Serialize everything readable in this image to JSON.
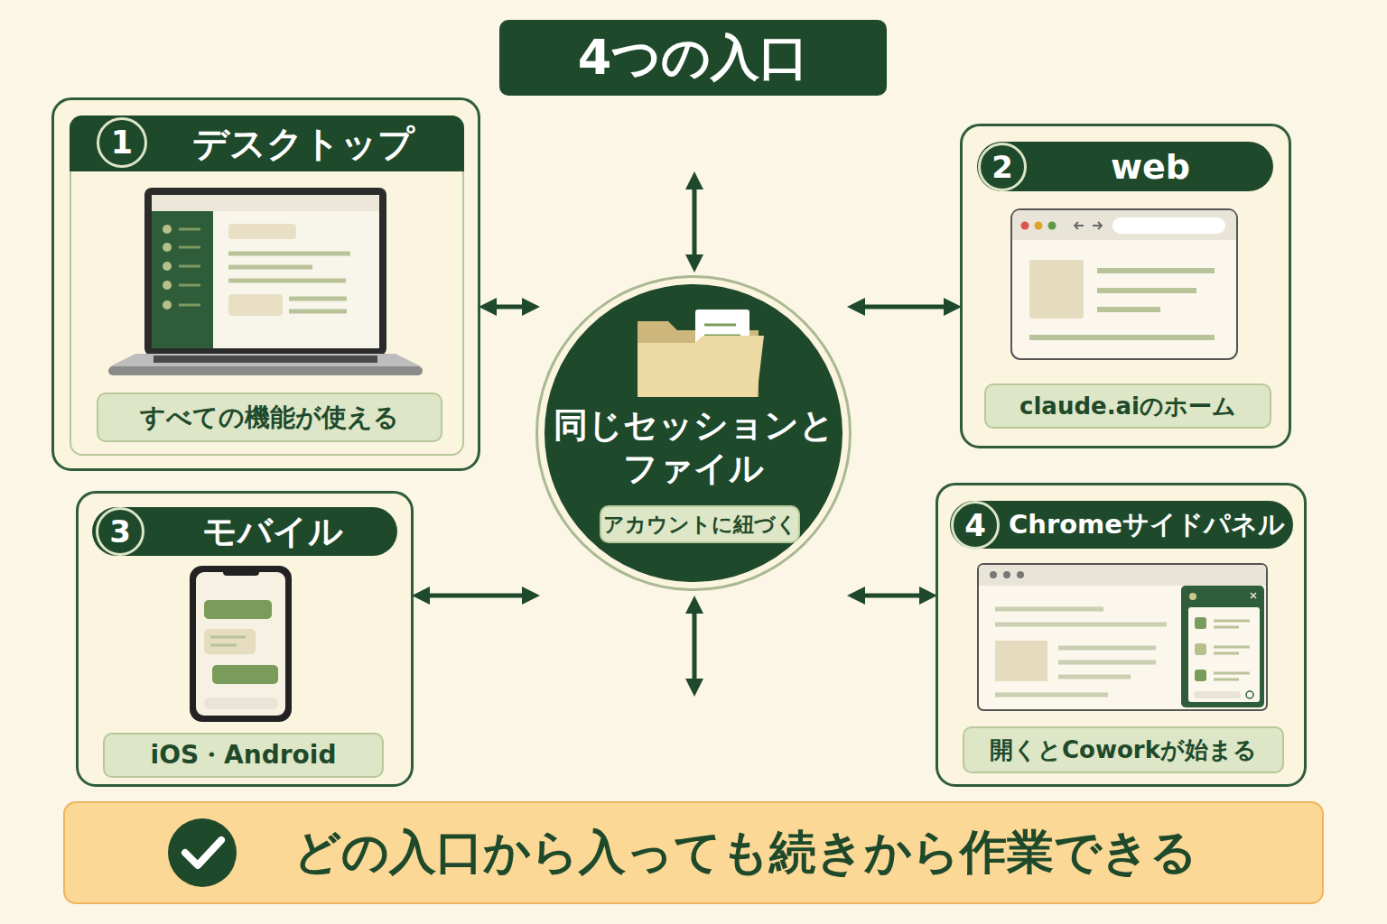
{
  "diagram": {
    "title": "4つの入口",
    "nodes": [
      {
        "text": [
          "1",
          "デスクトップ"
        ]
      },
      {
        "text": [
          "すべての機能が使える"
        ],
        "in": 0
      },
      {
        "text": [
          "2",
          "web"
        ]
      },
      {
        "text": [
          "claude.aiのホーム"
        ],
        "in": 2
      },
      {
        "text": [
          "3",
          "モバイル"
        ]
      },
      {
        "text": [
          "iOS・Android"
        ],
        "in": 4
      },
      {
        "text": [
          "4",
          "Chromeサイドパネル"
        ]
      },
      {
        "text": [
          "開くとCoworkが始まる"
        ],
        "in": 6
      },
      {
        "text": [
          "同じセッションと ファイル"
        ]
      },
      {
        "text": [
          "アカウントに紐づく"
        ],
        "in": 8
      },
      {
        "text": [
          "どの入口から入っても続きから作業できる"
        ]
      }
    ],
    "edges": [
      {
        "from": 0,
        "to": 8,
        "arrow": "both"
      },
      {
        "from": 2,
        "to": 8,
        "arrow": "both"
      },
      {
        "from": 4,
        "to": 8,
        "arrow": "both"
      },
      {
        "from": 6,
        "to": 8,
        "arrow": "both"
      }
    ]
  }
}
